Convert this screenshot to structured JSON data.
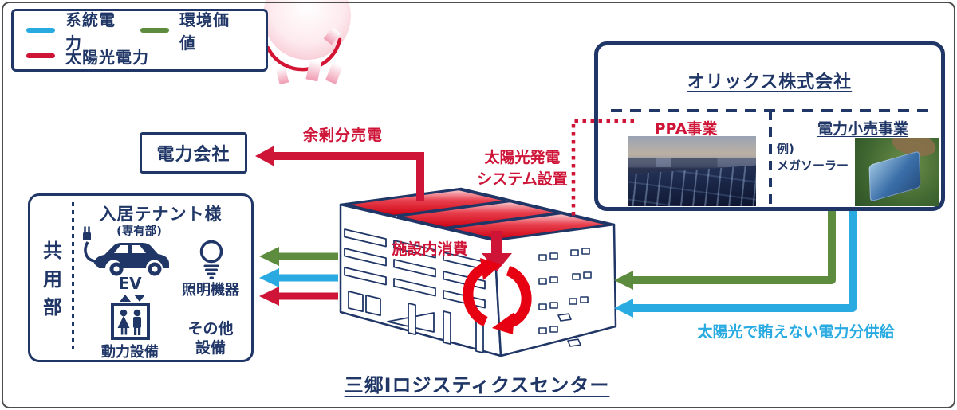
{
  "colors": {
    "navy": "#1f3666",
    "crimson": "#ce1538",
    "bright-red": "#e60012",
    "cyan": "#29abe2",
    "green": "#5e8c3e",
    "frame-gray": "#4d4d4d"
  },
  "legend": {
    "items": [
      {
        "label": "系統電力",
        "color": "#29abe2"
      },
      {
        "label": "環境価値",
        "color": "#5e8c3e"
      },
      {
        "label": "太陽光電力",
        "color": "#ce1538"
      }
    ]
  },
  "power_company": {
    "label": "電力会社"
  },
  "flows": {
    "surplus_sale": "余剰分売電",
    "pv_system_install": "太陽光発電\nシステム設置",
    "onsite_consumption": "施設内消費",
    "grid_supply": "太陽光で賄えない電力分供給"
  },
  "orix": {
    "title": "オリックス株式会社",
    "ppa": {
      "label": "PPA事業",
      "photo": "rooftop-solar-photo"
    },
    "retail": {
      "label": "電力小売事業",
      "example": "例)\nメガソーラー",
      "photo": "mega-solar-photo"
    }
  },
  "tenant": {
    "common_area": "共\n用\n部",
    "title": "入居テナント様",
    "subtitle": "(専有部)",
    "ev_label": "EV",
    "lighting_label": "照明機器",
    "power_equipment_label": "動力設備",
    "other_equipment_label": "その他\n設備"
  },
  "facility": {
    "title": "三郷Ⅰロジスティクスセンター"
  }
}
